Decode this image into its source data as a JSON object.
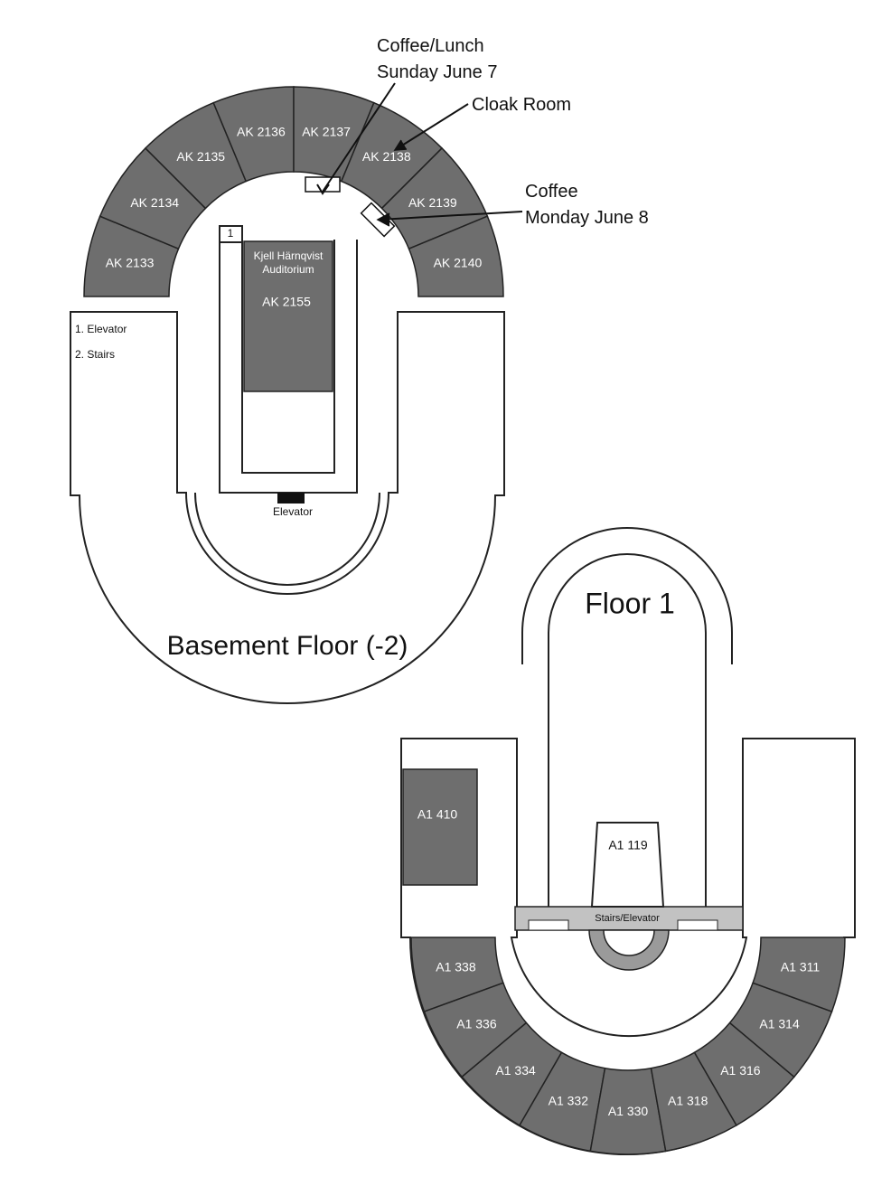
{
  "annotations": {
    "coffee_lunch_line1": "Coffee/Lunch",
    "coffee_lunch_line2": "Sunday June 7",
    "cloak_room": "Cloak Room",
    "coffee_mon_line1": "Coffee",
    "coffee_mon_line2": "Monday June 8"
  },
  "basement": {
    "title": "Basement Floor (-2)",
    "legend": [
      "1. Elevator",
      "2. Stairs"
    ],
    "marker": "1",
    "elevator_label": "Elevator",
    "auditorium_name": "Kjell Härnqvist",
    "auditorium_sub": "Auditorium",
    "auditorium_room": "AK 2155",
    "rooms": [
      "AK 2133",
      "AK 2134",
      "AK 2135",
      "AK 2136",
      "AK 2137",
      "AK 2138",
      "AK 2139",
      "AK 2140"
    ]
  },
  "floor1": {
    "title": "Floor 1",
    "stairs_label": "Stairs/Elevator",
    "room_a1410": "A1 410",
    "room_a1119": "A1 119",
    "rooms": [
      "A1 338",
      "A1 336",
      "A1 334",
      "A1 332",
      "A1 330",
      "A1 318",
      "A1 316",
      "A1 314",
      "A1 311"
    ]
  },
  "colors": {
    "room_fill": "#6e6e6e",
    "stairs_band": "#c2c2c2"
  }
}
